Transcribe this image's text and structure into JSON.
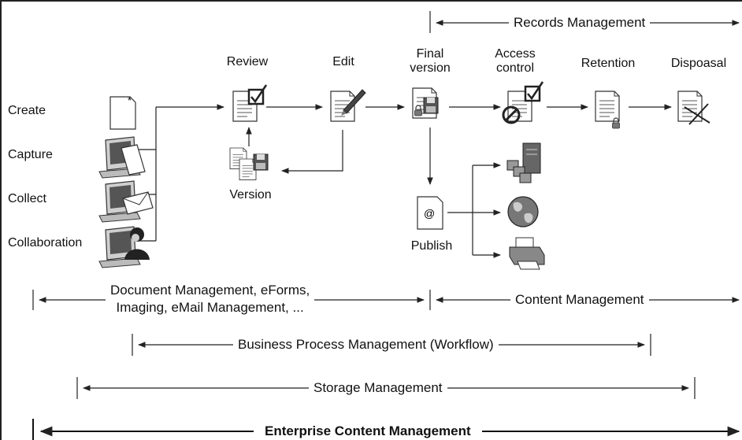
{
  "sources": [
    {
      "label": "Create",
      "icon": "blank-document-icon"
    },
    {
      "label": "Capture",
      "icon": "computer-document-icon"
    },
    {
      "label": "Collect",
      "icon": "computer-mail-icon"
    },
    {
      "label": "Collaboration",
      "icon": "computer-person-icon"
    }
  ],
  "workflow": {
    "review": "Review",
    "edit": "Edit",
    "final_version": [
      "Final",
      "version"
    ],
    "access_control": [
      "Access",
      "control"
    ],
    "retention": "Retention",
    "disposal": "Dispoasal",
    "version": "Version",
    "publish": "Publish"
  },
  "publish_targets": [
    "server-network-icon",
    "globe-icon",
    "printer-icon"
  ],
  "spans": {
    "records_management": "Records Management",
    "document_management": [
      "Document Management, eForms,",
      "Imaging, eMail Management, ..."
    ],
    "content_management": "Content Management",
    "business_process_management": "Business Process Management (Workflow)",
    "storage_management": "Storage Management",
    "enterprise_content_management": "Enterprise Content Management"
  },
  "colors": {
    "line": "#222222",
    "icon_dark": "#333333",
    "icon_mid": "#888888",
    "icon_light": "#d8d8d8"
  }
}
